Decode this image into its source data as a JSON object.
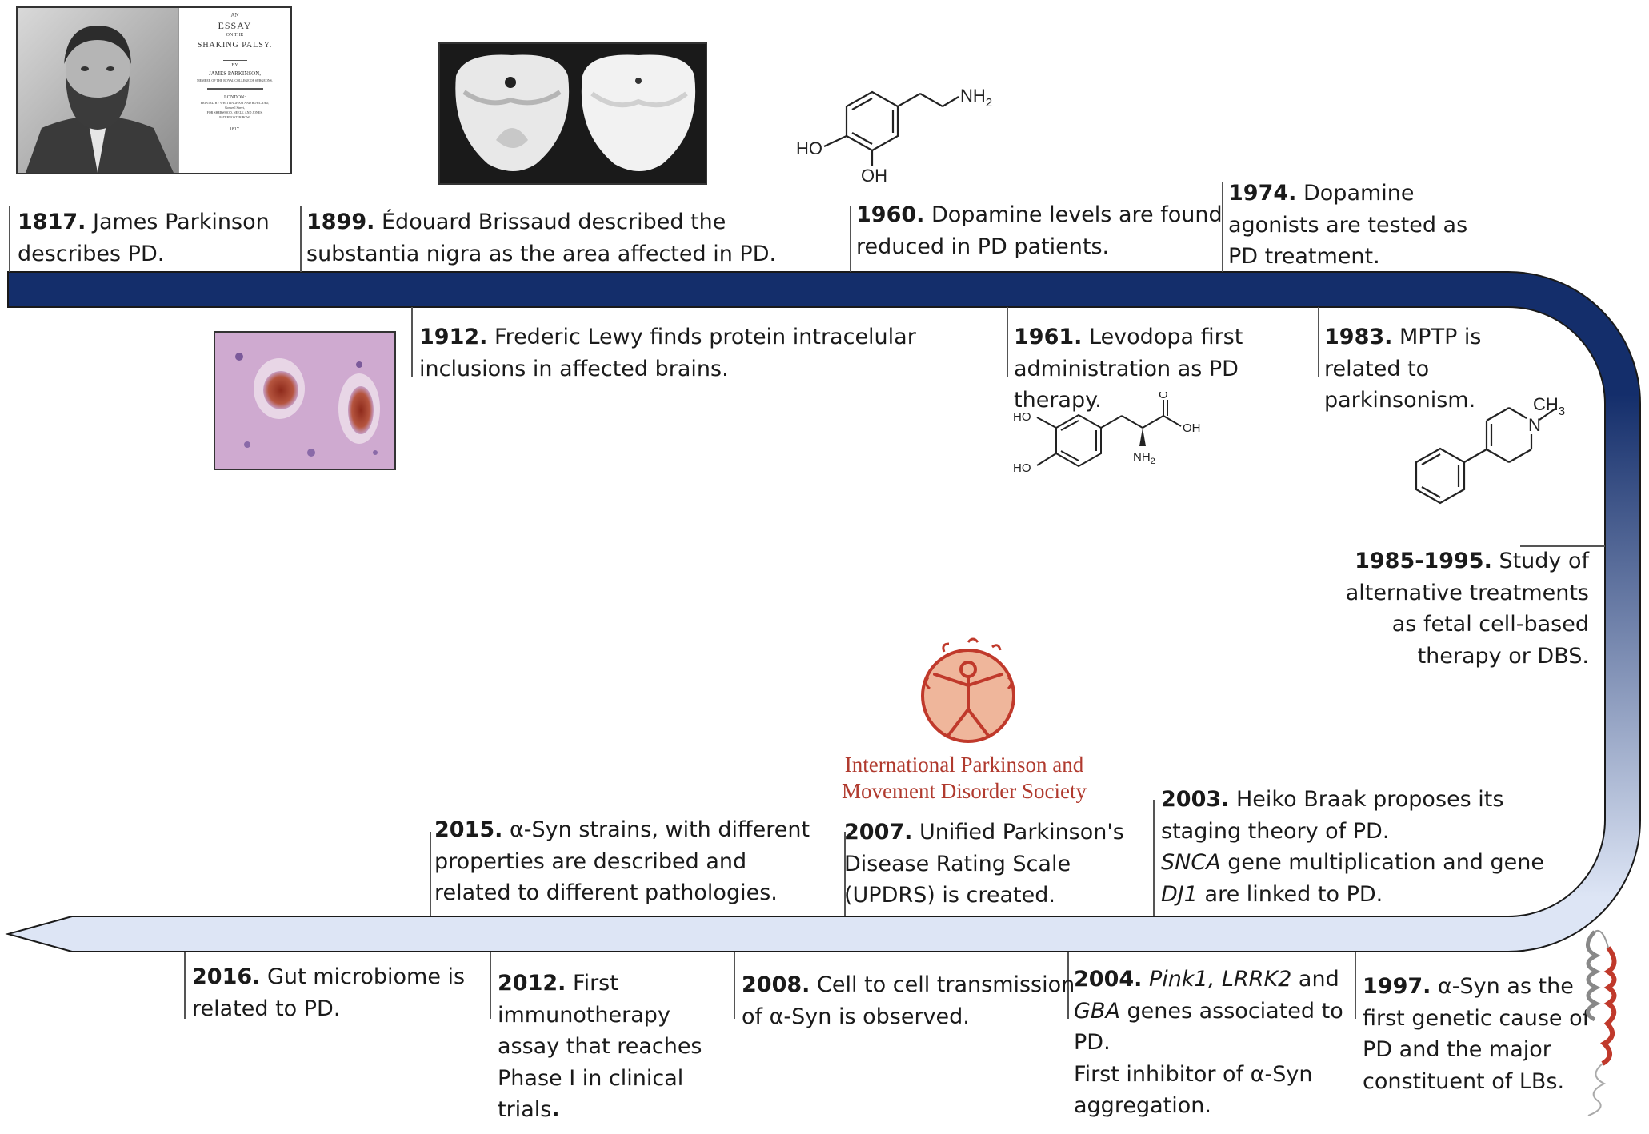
{
  "title": "",
  "colors": {
    "band_dark": "#142e6b",
    "band_light": "#dde5f5",
    "logo_red": "#c0392b",
    "logo_fill": "#efb69b",
    "tissue_pink": "#c79fc6"
  },
  "events": [
    {
      "year": "1817.",
      "lines": [
        [
          "James Parkinson"
        ],
        [
          "describes PD."
        ]
      ]
    },
    {
      "year": "1899.",
      "lines": [
        [
          "Édouard Brissaud described the"
        ],
        [
          "substantia nigra as the area affected in PD."
        ]
      ]
    },
    {
      "year": "1912.",
      "lines": [
        [
          "Frederic Lewy finds protein intracelular"
        ],
        [
          "inclusions in affected brains."
        ]
      ]
    },
    {
      "year": "1960.",
      "lines": [
        [
          "Dopamine levels are found"
        ],
        [
          "reduced in PD patients."
        ]
      ]
    },
    {
      "year": "1961.",
      "lines": [
        [
          "Levodopa first"
        ],
        [
          "administration as PD"
        ],
        [
          "therapy."
        ]
      ]
    },
    {
      "year": "1974.",
      "lines": [
        [
          "Dopamine"
        ],
        [
          "agonists are tested as"
        ],
        [
          "PD treatment."
        ]
      ]
    },
    {
      "year": "1983.",
      "lines": [
        [
          "MPTP is"
        ],
        [
          "related to"
        ],
        [
          "parkinsonism."
        ]
      ]
    },
    {
      "year": "1985-1995.",
      "lines": [
        [
          "Study of"
        ],
        [
          "alternative treatments"
        ],
        [
          "as fetal cell-based"
        ],
        [
          "therapy or DBS."
        ]
      ]
    },
    {
      "year": "1997.",
      "lines": [
        [
          "α-Syn as the"
        ],
        [
          "first genetic cause of"
        ],
        [
          "PD and the major"
        ],
        [
          "constituent of LBs."
        ]
      ]
    },
    {
      "year": "2003.",
      "lines": [
        [
          "Heiko Braak proposes its"
        ],
        [
          "staging theory of PD."
        ],
        [
          "SNCA",
          " gene multiplication and gene"
        ],
        [
          "DJ1",
          " are linked to PD."
        ]
      ]
    },
    {
      "year": "2004.",
      "lines": [
        [
          "Pink1, LRRK2",
          " and"
        ],
        [
          "GBA",
          " genes associated to"
        ],
        [
          "PD."
        ],
        [
          "First inhibitor of α-Syn"
        ],
        [
          "aggregation."
        ]
      ]
    },
    {
      "year": "2007.",
      "lines": [
        [
          "Unified Parkinson's"
        ],
        [
          "Disease Rating Scale"
        ],
        [
          "(UPDRS) is created."
        ]
      ]
    },
    {
      "year": "2008.",
      "lines": [
        [
          "Cell to cell transmission"
        ],
        [
          "of α-Syn is observed."
        ]
      ]
    },
    {
      "year": "2012.",
      "lines": [
        [
          "First"
        ],
        [
          "immunotherapy"
        ],
        [
          "assay that reaches"
        ],
        [
          "Phase I in clinical"
        ],
        [
          "trials",
          "."
        ]
      ]
    },
    {
      "year": "2015.",
      "lines": [
        [
          "α-Syn strains, with different"
        ],
        [
          "properties are described and"
        ],
        [
          "related to different pathologies."
        ]
      ]
    },
    {
      "year": "2016.",
      "lines": [
        [
          "Gut microbiome is"
        ],
        [
          "related to PD."
        ]
      ]
    }
  ],
  "essay_title": {
    "an": "AN",
    "essay": "ESSAY",
    "on_the": "ON THE",
    "shaking_palsy": "SHAKING PALSY.",
    "by": "BY",
    "author": "JAMES PARKINSON,",
    "member": "MEMBER OF THE ROYAL COLLEGE OF SURGEONS.",
    "london": "LONDON:",
    "printed": "PRINTED BY WHITTINGHAM AND ROWLAND,",
    "goswell": "Goswell Street,",
    "sherwood": "FOR SHERWOOD, NEELY, AND JONES,",
    "paternoster": "PATERNOSTER ROW.",
    "year": "1817."
  },
  "molecules": {
    "dopamine": {
      "nh2": "NH",
      "sub2": "2",
      "ho": "HO",
      "oh": "OH"
    },
    "levodopa": {
      "o": "O",
      "oh": "OH",
      "ho1": "HO",
      "ho2": "HO",
      "nh2": "NH",
      "sub2": "2"
    },
    "mptp": {
      "n": "N",
      "ch3": "CH",
      "sub3": "3"
    }
  },
  "logo": {
    "line1": "International Parkinson and",
    "line2": "Movement Disorder Society"
  }
}
